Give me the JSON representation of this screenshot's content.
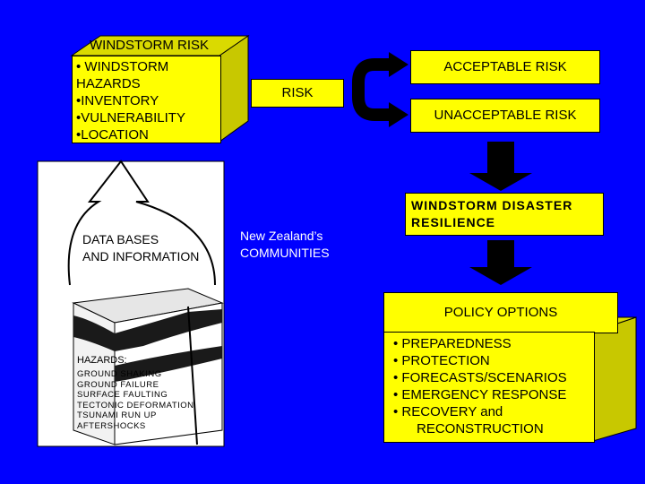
{
  "header_box": {
    "title": "WINDSTORM RISK"
  },
  "risk_inputs": [
    "• WINDSTORM",
    "HAZARDS",
    "•INVENTORY",
    "•VULNERABILITY",
    "•LOCATION"
  ],
  "risk_label": "RISK",
  "acceptable": "ACCEPTABLE RISK",
  "unacceptable": "UNACCEPTABLE RISK",
  "resilience": [
    "WINDSTORM DISASTER",
    "RESILIENCE"
  ],
  "policy_title": "POLICY OPTIONS",
  "policy_items": [
    "• PREPAREDNESS",
    "• PROTECTION",
    "• FORECASTS/SCENARIOS",
    "• EMERGENCY RESPONSE",
    "• RECOVERY and"
  ],
  "policy_last": "RECONSTRUCTION",
  "data_bases": [
    "DATA BASES",
    "AND INFORMATION"
  ],
  "nz_label": [
    "New Zealand’s",
    "COMMUNITIES"
  ],
  "hazards_title": "HAZARDS:",
  "hazards": [
    "GROUND SHAKING",
    "GROUND FAILURE",
    "SURFACE FAULTING",
    "TECTONIC DEFORMATION",
    "TSUNAMI RUN UP",
    "AFTERSHOCKS"
  ],
  "colors": {
    "background": "#0000ff",
    "box": "#ffff00",
    "arrow": "#000000"
  }
}
